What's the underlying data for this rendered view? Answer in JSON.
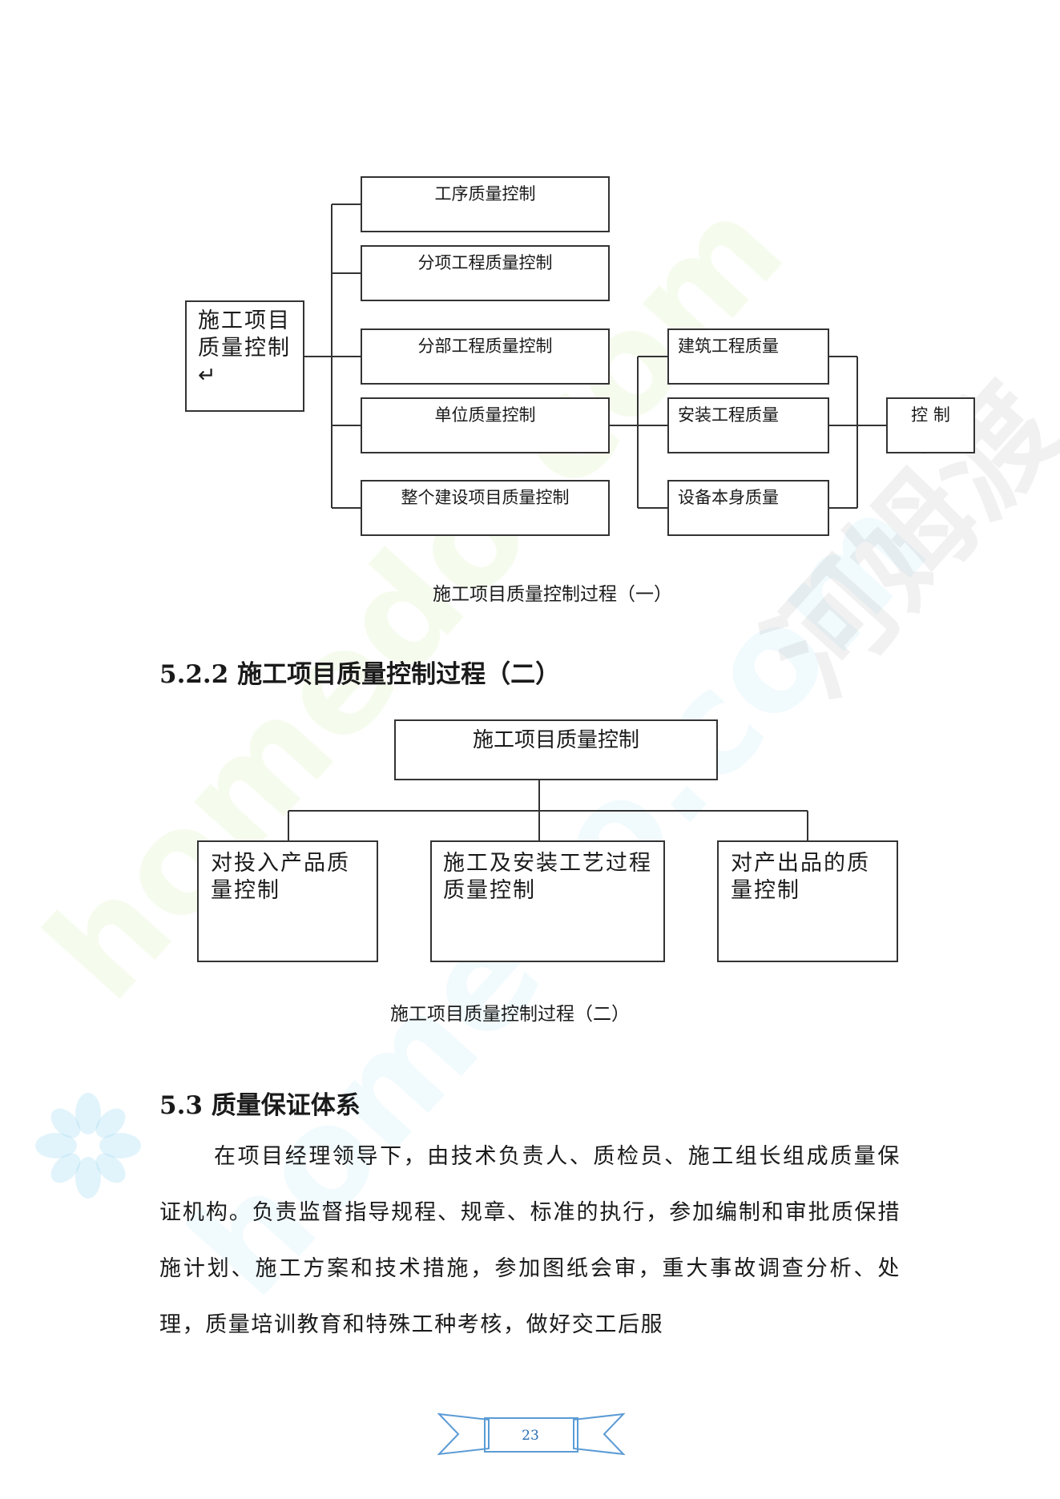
{
  "diagram1": {
    "root_label": "施工项目质量控制↵",
    "levels": [
      "工序质量控制",
      "分项工程质量控制",
      "分部工程质量控制",
      "单位质量控制",
      "整个建设项目质量控制"
    ],
    "sub_items": [
      "建筑工程质量",
      "安装工程质量",
      "设备本身质量"
    ],
    "final_label": "控 制",
    "caption": "施工项目质量控制过程（一）"
  },
  "section_522": {
    "heading": "5.2.2 施工项目质量控制过程（二）"
  },
  "diagram2": {
    "root_label": "施工项目质量控制",
    "children": [
      "对投入产品质量控制",
      "施工及安装工艺过程质量控制",
      "对产出品的质量控制"
    ],
    "caption": "施工项目质量控制过程（二）"
  },
  "section_53": {
    "heading": "5.3 质量保证体系",
    "paragraph": "在项目经理领导下，由技术负责人、质检员、施工组长组成质量保证机构。负责监督指导规程、规章、标准的执行，参加编制和审批质保措施计划、施工方案和技术措施，参加图纸会审，重大事故调查分析、处理，质量培训教育和特殊工种考核，做好交工后服"
  },
  "watermarks": [
    "homedo.com",
    "homedo.com",
    "河姆渡"
  ],
  "footer": {
    "page_number": "23"
  },
  "colors": {
    "page_number": "#2a6fb0",
    "border": "#333333"
  }
}
